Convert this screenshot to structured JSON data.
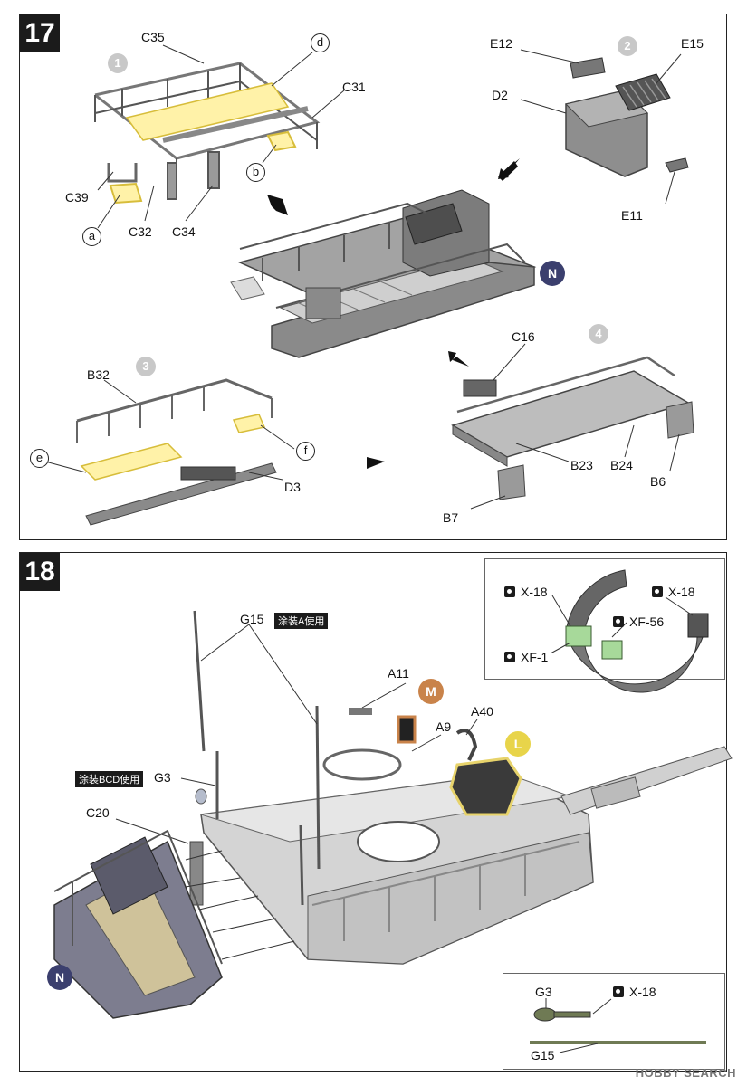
{
  "step17": {
    "number": "17",
    "subs": [
      "1",
      "2",
      "3",
      "4"
    ],
    "callouts": [
      "a",
      "b",
      "d",
      "e",
      "f"
    ],
    "parts": {
      "c35": "C35",
      "c31": "C31",
      "c39": "C39",
      "c32": "C32",
      "c34": "C34",
      "e12": "E12",
      "e15": "E15",
      "d2": "D2",
      "e11": "E11",
      "b32": "B32",
      "d3": "D3",
      "c16": "C16",
      "b23": "B23",
      "b24": "B24",
      "b6": "B6",
      "b7": "B7"
    },
    "assembly_badge": "N"
  },
  "step18": {
    "number": "18",
    "parts": {
      "g15": "G15",
      "a11": "A11",
      "a9": "A9",
      "a40": "A40",
      "g3": "G3",
      "c20": "C20"
    },
    "notes": {
      "scheme_a": "涂装A使用",
      "scheme_bcd": "涂装BCD使用"
    },
    "badges": {
      "m": "M",
      "l": "L",
      "n": "N"
    },
    "paint_box": {
      "x18_left": "X-18",
      "x18_right": "X-18",
      "xf56": "XF-56",
      "xf1": "XF-1"
    },
    "antenna_box": {
      "g3": "G3",
      "x18": "X-18",
      "g15": "G15"
    }
  },
  "colors": {
    "badge_m": "#c9834a",
    "badge_l": "#e8d44a",
    "badge_n": "#3b3f6e",
    "plastic": "#9a9a9a",
    "highlight": "#e7d36b"
  },
  "footer": {
    "watermark": "HOBBY SEARCH"
  }
}
